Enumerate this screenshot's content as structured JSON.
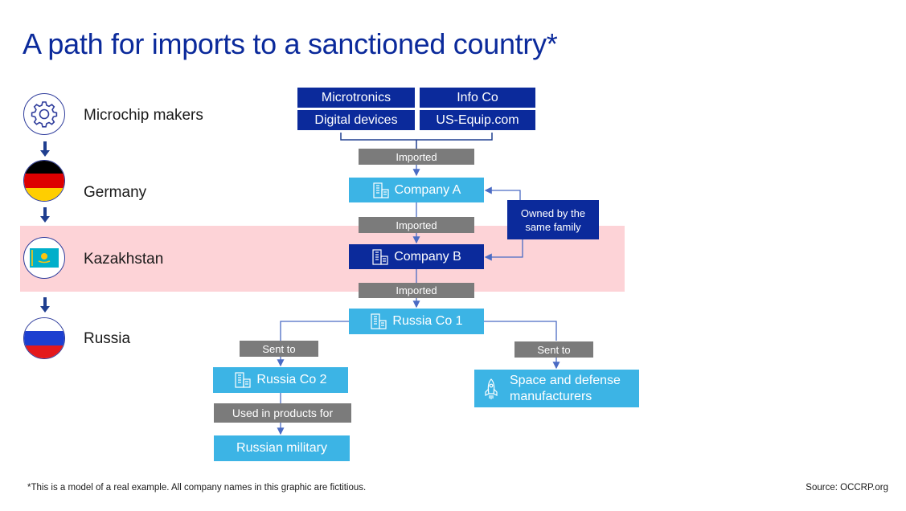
{
  "title": "A path for imports to a sanctioned country*",
  "stages": [
    {
      "label": "Microchip makers",
      "icon": "gear-icon"
    },
    {
      "label": "Germany",
      "icon": "germany-flag-icon"
    },
    {
      "label": "Kazakhstan",
      "icon": "kazakhstan-flag-icon"
    },
    {
      "label": "Russia",
      "icon": "russia-flag-icon"
    }
  ],
  "makers": [
    "Microtronics",
    "Info Co",
    "Digital devices",
    "US-Equip.com"
  ],
  "nodes": {
    "company_a": "Company A",
    "company_b": "Company B",
    "russia_co_1": "Russia Co 1",
    "russia_co_2": "Russia Co 2",
    "space_defense": "Space and defense manufacturers",
    "russian_military": "Russian military"
  },
  "edge_labels": {
    "imported_1": "Imported",
    "imported_2": "Imported",
    "imported_3": "Imported",
    "sent_to_1": "Sent to",
    "sent_to_2": "Sent to",
    "used_in": "Used in products for"
  },
  "owned_note": "Owned by the same family",
  "footnote": "*This is a model of a real example. All company names in this graphic are fictitious.",
  "source": "Source: OCCRP.org",
  "colors": {
    "dark_blue": "#0b2a9b",
    "light_blue": "#3cb4e5",
    "grey": "#7b7b7b",
    "highlight": "#fdd3d7"
  }
}
